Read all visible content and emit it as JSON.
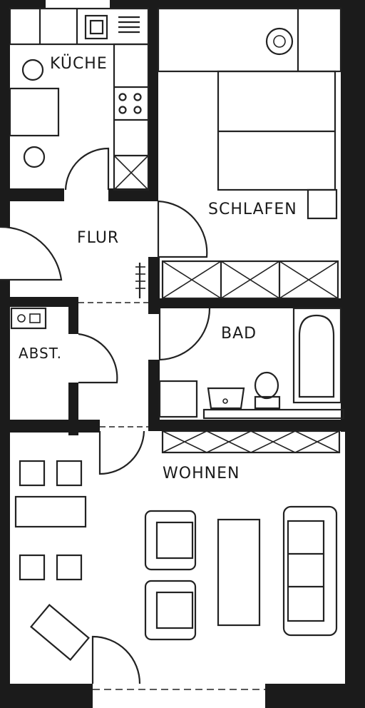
{
  "rooms": {
    "kueche": "KÜCHE",
    "schlafen": "SCHLAFEN",
    "flur": "FLUR",
    "bad": "BAD",
    "abst": "ABST.",
    "wohnen": "WOHNEN"
  },
  "colors": {
    "wall": "#1b1b1b",
    "line": "#222222",
    "paper": "#ffffff"
  }
}
